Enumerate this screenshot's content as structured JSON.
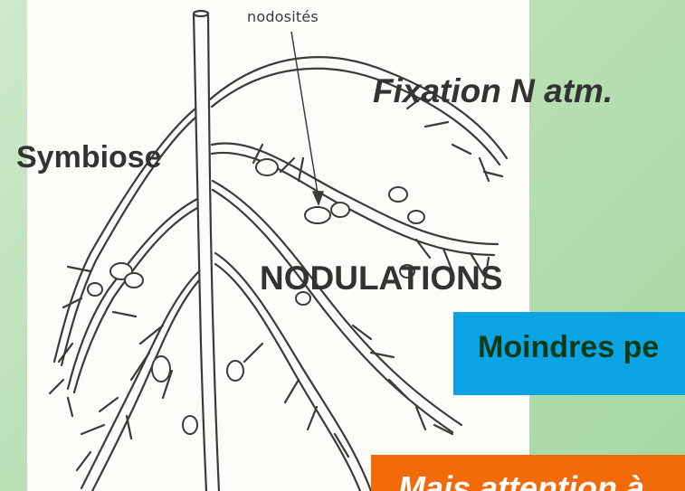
{
  "illustration": {
    "label": "nodosités"
  },
  "slide": {
    "fixation": "Fixation N atm.",
    "symbiose": "Symbiose",
    "nodulations": "NODULATIONS",
    "blue_box_text": "Moindres pe",
    "orange_box_text": "Mais attention à"
  },
  "colors": {
    "background": "#b9e0b5",
    "blue_box": "#0aa3e3",
    "orange_box": "#f26b0a",
    "text_dark": "#333333"
  }
}
